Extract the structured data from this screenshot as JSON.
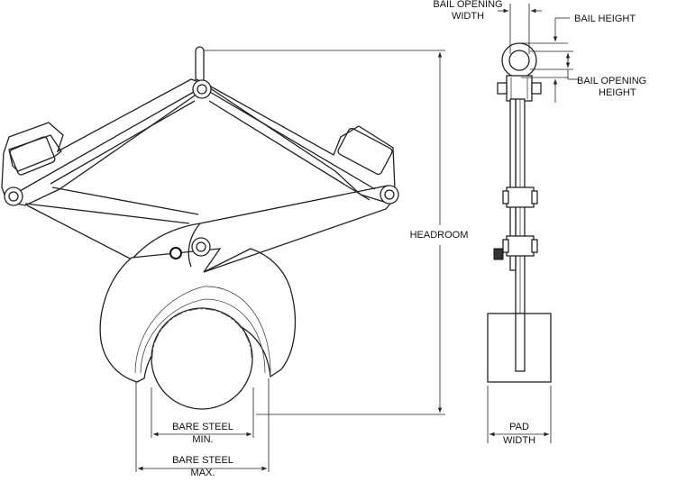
{
  "labels": {
    "bail_opening_width_1": "BAIL OPENING",
    "bail_opening_width_2": "WIDTH",
    "bail_height": "BAIL HEIGHT",
    "bail_opening_height_1": "BAIL OPENING",
    "bail_opening_height_2": "HEIGHT",
    "headroom": "HEADROOM",
    "bare_steel_min_1": "BARE STEEL",
    "bare_steel_min_2": "MIN.",
    "bare_steel_max_1": "BARE STEEL",
    "bare_steel_max_2": "MAX.",
    "pad_width_1": "PAD",
    "pad_width_2": "WIDTH"
  }
}
